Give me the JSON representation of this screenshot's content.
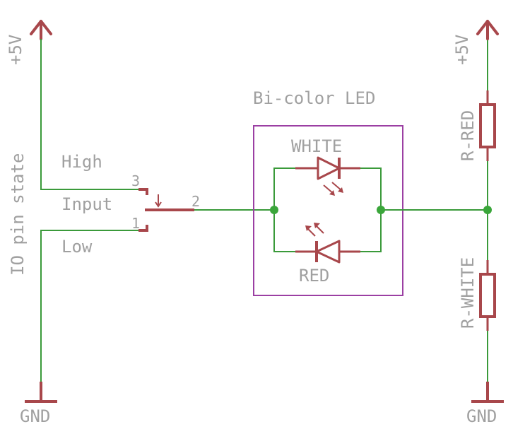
{
  "colors": {
    "wire": "#3a9a3a",
    "symbol": "#a8474b",
    "package": "#9b3fa3",
    "label": "#a0a0a0",
    "junction": "#3aa63a"
  },
  "labels": {
    "supply_left": "+5V",
    "supply_right": "+5V",
    "gnd_left": "GND",
    "gnd_right": "GND",
    "io_pin_state": "IO pin state",
    "high": "High",
    "input": "Input",
    "low": "Low",
    "pin3": "3",
    "pin2": "2",
    "pin1": "1",
    "bicolor_led": "Bi-color LED",
    "white": "WHITE",
    "red": "RED",
    "r_red": "R-RED",
    "r_white": "R-WHITE"
  },
  "icons": {
    "switch": "spdt-switch-icon",
    "led": "led-icon",
    "resistor": "resistor-icon",
    "supply": "supply-arrow-icon",
    "ground": "ground-bar-icon"
  }
}
